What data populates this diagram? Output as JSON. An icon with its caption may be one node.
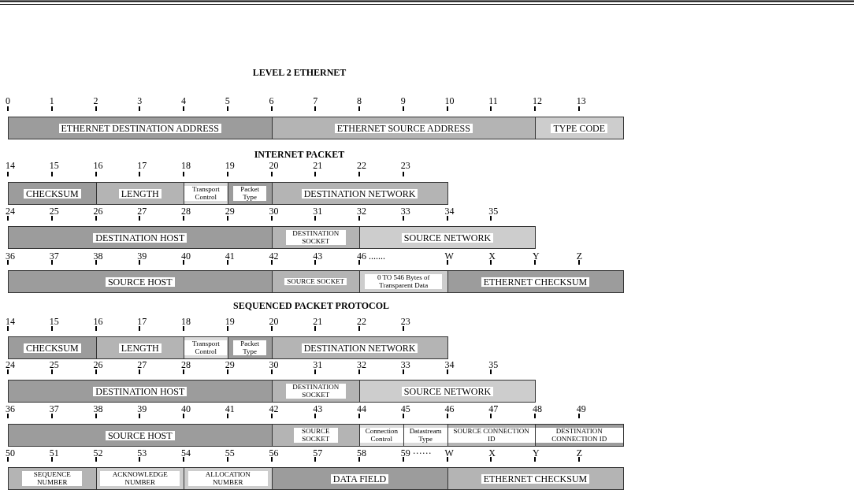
{
  "diagram": {
    "title": "LEVEL 2 ETHERNET",
    "nodes": [
      {
        "text": [
          "ETHERNET DESTINATION ADDRESS"
        ]
      },
      {
        "text": [
          "ETHERNET SOURCE ADDRESS"
        ]
      },
      {
        "text": [
          "TYPE CODE"
        ]
      },
      {
        "text": [
          "CHECKSUM"
        ]
      },
      {
        "text": [
          "LENGTH"
        ]
      },
      {
        "text": [
          "Transport Control"
        ]
      },
      {
        "text": [
          "Packet Type"
        ]
      },
      {
        "text": [
          "DESTINATION NETWORK"
        ]
      },
      {
        "text": [
          "DESTINATION HOST"
        ]
      },
      {
        "text": [
          "DESTINATION SOCKET"
        ]
      },
      {
        "text": [
          "SOURCE NETWORK"
        ]
      },
      {
        "text": [
          "SOURCE HOST"
        ]
      },
      {
        "text": [
          "SOURCE SOCKET"
        ]
      },
      {
        "text": [
          "0 TO 546 Bytes of Transparent Data"
        ]
      },
      {
        "text": [
          "ETHERNET CHECKSUM"
        ]
      },
      {
        "text": [
          "CHECKSUM"
        ]
      },
      {
        "text": [
          "LENGTH"
        ]
      },
      {
        "text": [
          "Transport Control"
        ]
      },
      {
        "text": [
          "Packet Type"
        ]
      },
      {
        "text": [
          "DESTINATION NETWORK"
        ]
      },
      {
        "text": [
          "DESTINATION HOST"
        ]
      },
      {
        "text": [
          "DESTINATION SOCKET"
        ]
      },
      {
        "text": [
          "SOURCE NETWORK"
        ]
      },
      {
        "text": [
          "SOURCE HOST"
        ]
      },
      {
        "text": [
          "SOURCE SOCKET"
        ]
      },
      {
        "text": [
          "Connection Control"
        ]
      },
      {
        "text": [
          "Datastream Type"
        ]
      },
      {
        "text": [
          "SOURCE CONNECTION ID"
        ]
      },
      {
        "text": [
          "DESTINATION CONNECTION ID"
        ]
      },
      {
        "text": [
          "SEQUENCE NUMBER"
        ]
      },
      {
        "text": [
          "ACKNOWLEDGE NUMBER"
        ]
      },
      {
        "text": [
          "ALLOCATION NUMBER"
        ]
      },
      {
        "text": [
          "DATA FIELD"
        ]
      },
      {
        "text": [
          "ETHERNET CHECKSUM"
        ]
      }
    ],
    "labels": [
      "0",
      "1",
      "2",
      "3",
      "4",
      "5",
      "6",
      "7",
      "8",
      "9",
      "10",
      "11",
      "12",
      "13",
      "INTERNET PACKET",
      "14",
      "15",
      "16",
      "17",
      "18",
      "19",
      "20",
      "21",
      "22",
      "23",
      "24",
      "25",
      "26",
      "27",
      "28",
      "29",
      "30",
      "31",
      "32",
      "33",
      "34",
      "35",
      "36",
      "37",
      "38",
      "39",
      "40",
      "41",
      "42",
      "43",
      "46 .......",
      "W",
      "X",
      "Y",
      "Z",
      "SEQUENCED PACKET PROTOCOL",
      "14",
      "15",
      "16",
      "17",
      "18",
      "19",
      "20",
      "21",
      "22",
      "23",
      "24",
      "25",
      "26",
      "27",
      "28",
      "29",
      "30",
      "31",
      "32",
      "33",
      "34",
      "35",
      "36",
      "37",
      "38",
      "39",
      "40",
      "41",
      "42",
      "43",
      "44",
      "45",
      "46",
      "47",
      "48",
      "49",
      "50",
      "51",
      "52",
      "53",
      "54",
      "55",
      "56",
      "57",
      "58",
      "59 ······",
      "W",
      "X",
      "Y",
      "Z"
    ]
  }
}
